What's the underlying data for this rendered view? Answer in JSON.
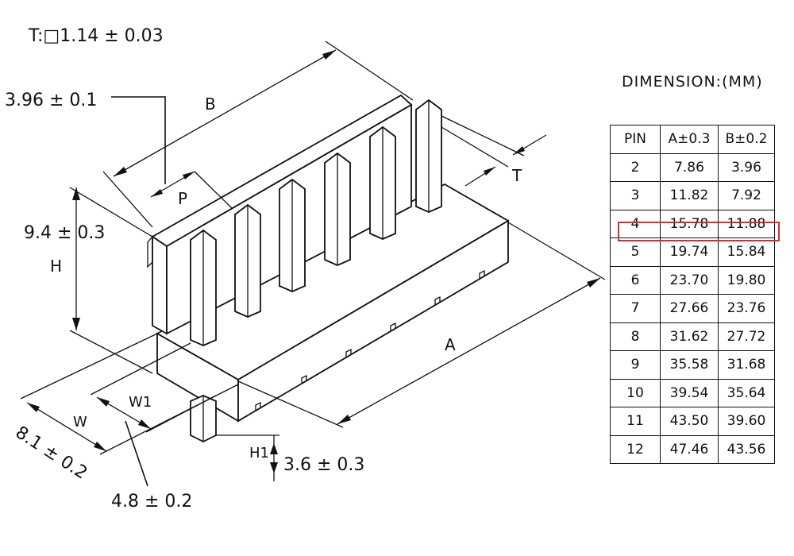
{
  "labels": {
    "thickness": "T:□1.14 ± 0.03",
    "pitch_value": "3.96 ± 0.1",
    "b": "B",
    "p": "P",
    "t": "T",
    "height_value": "9.4 ± 0.3",
    "h": "H",
    "a": "A",
    "w1": "W1",
    "w": "W",
    "width_value": "8.1 ± 0.2",
    "w1_value": "4.8 ± 0.2",
    "h1": "H1",
    "h1_value": "3.6 ± 0.3"
  },
  "dimension_title": "DIMENSION:(MM)",
  "table": {
    "headers": [
      "PIN",
      "A±0.3",
      "B±0.2"
    ],
    "rows": [
      [
        "2",
        "7.86",
        "3.96"
      ],
      [
        "3",
        "11.82",
        "7.92"
      ],
      [
        "4",
        "15.78",
        "11.88"
      ],
      [
        "5",
        "19.74",
        "15.84"
      ],
      [
        "6",
        "23.70",
        "19.80"
      ],
      [
        "7",
        "27.66",
        "23.76"
      ],
      [
        "8",
        "31.62",
        "27.72"
      ],
      [
        "9",
        "35.58",
        "31.68"
      ],
      [
        "10",
        "39.54",
        "35.64"
      ],
      [
        "11",
        "43.50",
        "39.60"
      ],
      [
        "12",
        "47.46",
        "43.56"
      ]
    ],
    "highlight_row_index": 2,
    "highlight_color": "#d32f2f"
  }
}
